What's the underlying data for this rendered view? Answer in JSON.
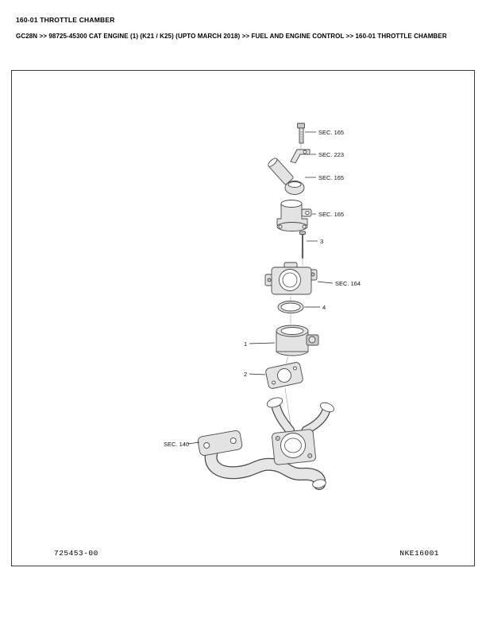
{
  "page": {
    "title": "160-01 THROTTLE CHAMBER",
    "breadcrumb": "GC28N >> 98725-45300 CAT ENGINE (1) (K21 / K25) (UPTO MARCH 2018) >> FUEL AND ENGINE CONTROL >> 160-01 THROTTLE CHAMBER",
    "footer": {
      "left": "725453-00",
      "right": "NKE16001"
    }
  },
  "diagram": {
    "callouts": [
      "SEC. 165",
      "SEC. 223",
      "SEC. 165",
      "SEC. 165",
      "3",
      "SEC. 164",
      "4",
      "1",
      "2",
      "SEC. 140"
    ]
  }
}
